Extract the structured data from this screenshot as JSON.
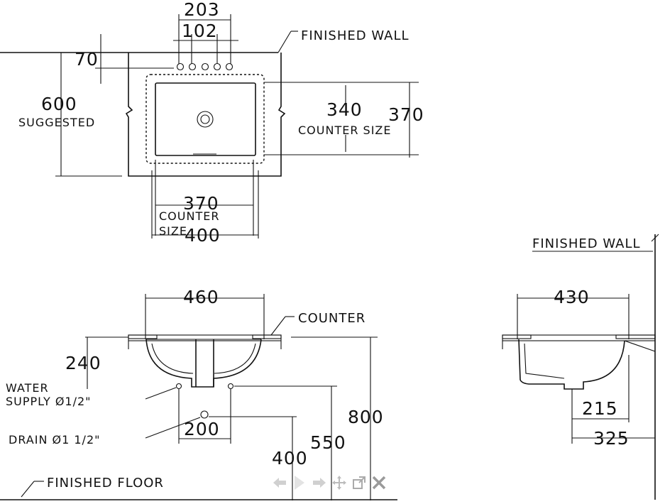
{
  "top_view": {
    "finished_wall": "FINISHED WALL",
    "dim_203": "203",
    "dim_102": "102",
    "dim_70": "70",
    "dim_600": "600",
    "suggested": "SUGGESTED",
    "dim_340": "340",
    "dim_370_right": "370",
    "counter_size_right": "COUNTER SIZE",
    "dim_370_bottom": "370",
    "counter_bottom": "COUNTER",
    "size_bottom": "SIZE",
    "dim_400": "400"
  },
  "front_view": {
    "dim_460": "460",
    "counter": "COUNTER",
    "dim_240": "240",
    "water": "WATER",
    "supply": "SUPPLY Ø1/2\"",
    "drain": "DRAIN Ø1 1/2\"",
    "dim_200": "200",
    "dim_800": "800",
    "dim_550": "550",
    "dim_400": "400",
    "finished_floor": "FINISHED FLOOR"
  },
  "side_view": {
    "finished_wall": "FINISHED WALL",
    "dim_430": "430",
    "dim_215": "215",
    "dim_325": "325"
  },
  "toolbar": {
    "back_icon": "arrow-left",
    "forward_icon": "play-right",
    "next_icon": "arrow-right",
    "pan_icon": "move-cross",
    "popout_icon": "external-window",
    "close_icon": "x-close"
  }
}
